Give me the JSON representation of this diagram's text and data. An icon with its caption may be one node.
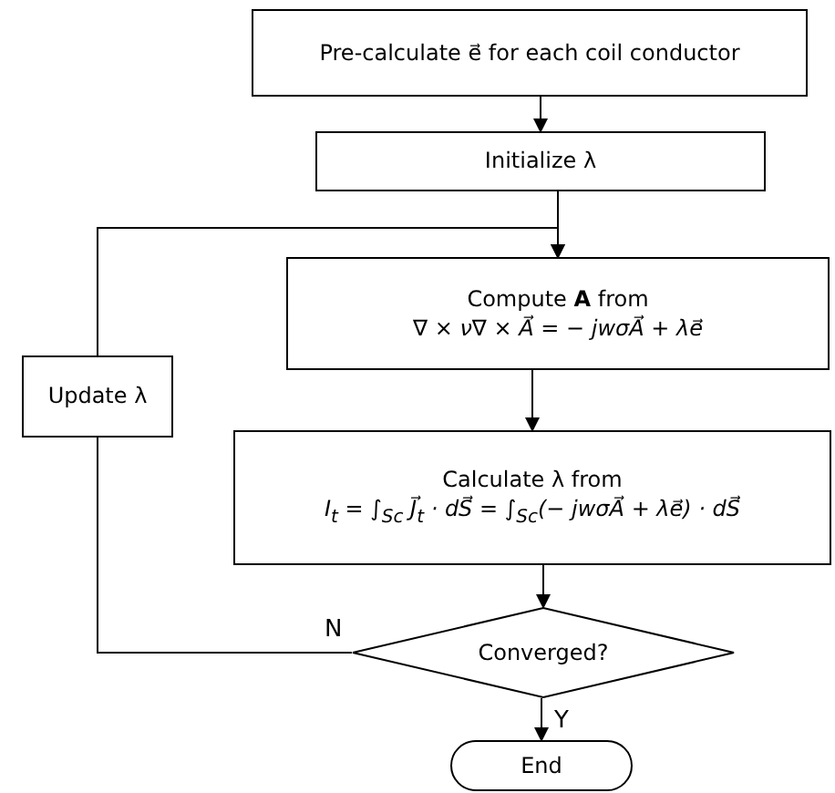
{
  "diagram": {
    "nodes": [
      {
        "text": [
          "Pre-calculate e⃗ for each coil conductor"
        ]
      },
      {
        "text": [
          "Initialize λ"
        ]
      },
      {
        "text": [
          "Compute **A** from",
          "∇ × ν∇ × A⃗ = − jwσA⃗ + λe⃗"
        ]
      },
      {
        "text": [
          "Calculate λ from",
          "I$_{t}$ = ∫$_{Sc}$ J⃗$_{t}$ · dS⃗ = ∫$_{Sc}$(− jwσA⃗ + λe⃗) · dS⃗"
        ]
      },
      {
        "text": [
          "Converged?"
        ]
      },
      {
        "text": [
          "End"
        ]
      },
      {
        "text": [
          "Update λ"
        ]
      }
    ],
    "edges": [
      {
        "from": 0,
        "to": 1,
        "arrow": "to"
      },
      {
        "from": 1,
        "to": 2,
        "arrow": "to"
      },
      {
        "from": 2,
        "to": 3,
        "arrow": "to"
      },
      {
        "from": 3,
        "to": 4,
        "arrow": "to"
      },
      {
        "from": 4,
        "to": 6,
        "arrow": "none",
        "label": "N"
      },
      {
        "from": 6,
        "to": 2,
        "arrow": "to"
      },
      {
        "from": 4,
        "to": 5,
        "arrow": "to",
        "label": "Y"
      }
    ]
  }
}
